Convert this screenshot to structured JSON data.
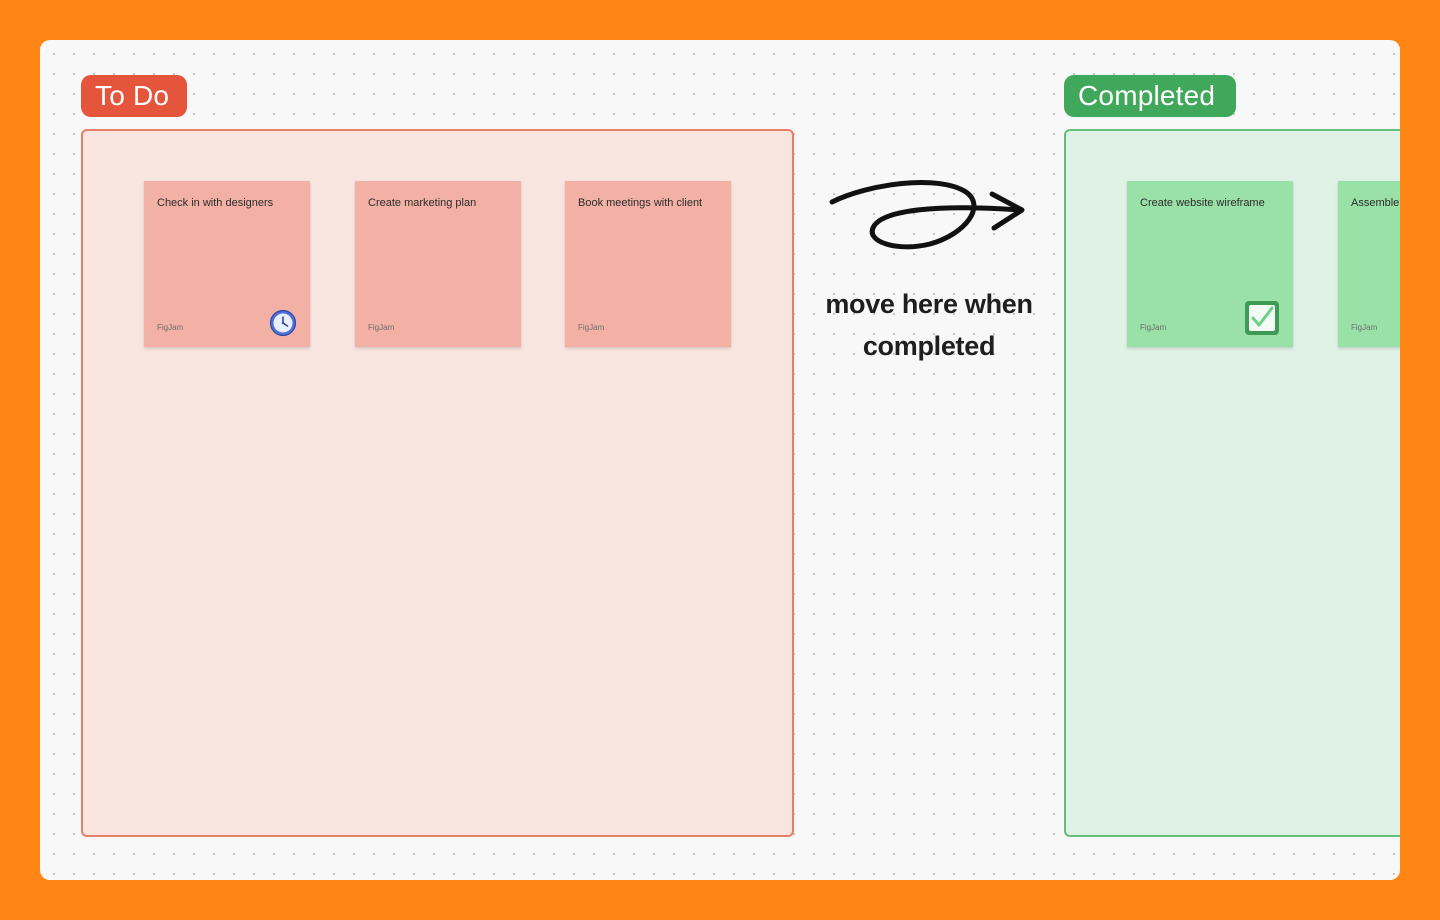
{
  "board": {
    "todo": {
      "label": "To Do",
      "color": "#E4553B",
      "stickies": [
        {
          "text": "Check in with designers",
          "author": "FigJam",
          "badge": "clock-icon"
        },
        {
          "text": "Create marketing plan",
          "author": "FigJam"
        },
        {
          "text": "Book meetings with client",
          "author": "FigJam"
        }
      ]
    },
    "completed": {
      "label": "Completed",
      "color": "#40A85A",
      "stickies": [
        {
          "text": "Create website wireframe",
          "author": "FigJam",
          "badge": "checkbox-checked-icon"
        },
        {
          "text": "Assemble",
          "author": "FigJam"
        }
      ]
    },
    "annotation": {
      "line1": "move here when",
      "line2": "completed",
      "icon": "hand-drawn-arrow-icon"
    }
  },
  "colors": {
    "background": "#FF8514",
    "canvas": "#F8F8F8",
    "todo_section_fill": "#F9E5E0",
    "todo_section_border": "#E57E67",
    "todo_sticky": "#F2B1A4",
    "done_section_fill": "#E0F1E5",
    "done_section_border": "#63BD7B",
    "done_sticky": "#9AE1A8"
  }
}
